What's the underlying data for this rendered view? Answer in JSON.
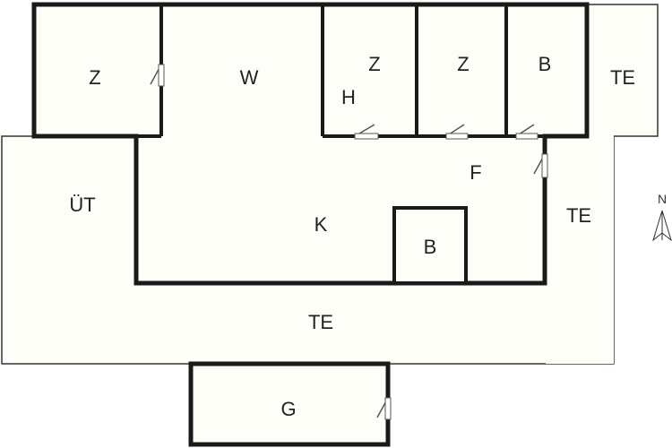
{
  "colors": {
    "background": "#ffffff",
    "floor": "#fefef9",
    "wall": "#1a1a1a",
    "thin_outline": "#333333",
    "door": "#555555"
  },
  "rooms": {
    "z_west": "Z",
    "w": "W",
    "z_middle": "Z",
    "h": "H",
    "z_east": "Z",
    "b_upper": "B",
    "te_ne": "TE",
    "ut": "ÜT",
    "k": "K",
    "f": "F",
    "b_lower": "B",
    "te_east": "TE",
    "te_south": "TE",
    "g": "G"
  },
  "compass": {
    "label": "N",
    "icon": "north-arrow-icon"
  }
}
